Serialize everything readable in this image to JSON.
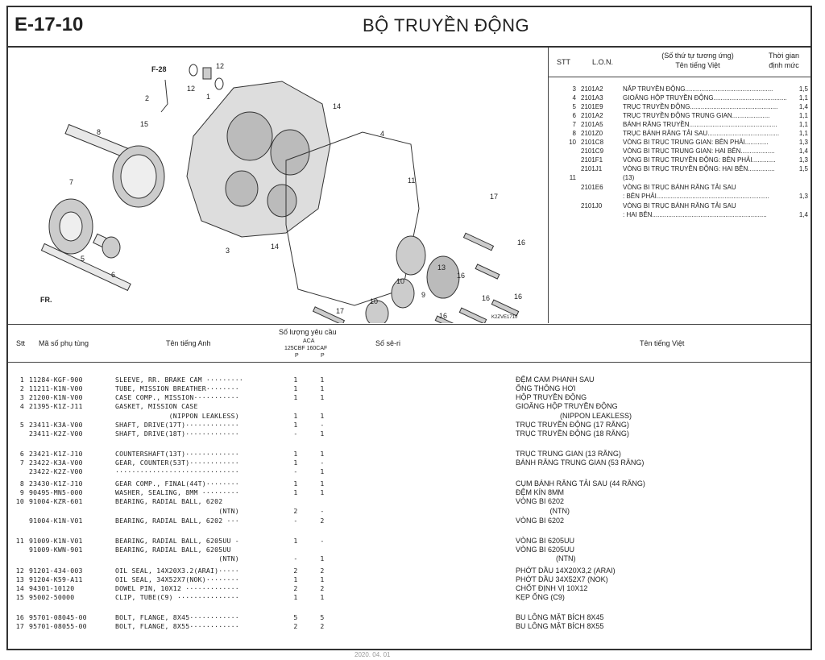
{
  "header": {
    "code": "E-17-10",
    "title": "BỘ TRUYỀN ĐỘNG"
  },
  "diagram": {
    "callouts": [
      "F-28",
      "12",
      "12",
      "1",
      "2",
      "15",
      "14",
      "8",
      "7",
      "6",
      "5",
      "3",
      "14",
      "4",
      "11",
      "17",
      "16",
      "13",
      "16",
      "16",
      "10",
      "9",
      "16",
      "17",
      "10",
      "16",
      "FR.",
      "K2ZVE1710"
    ]
  },
  "reference_list": {
    "headers": {
      "stt": "STT",
      "lon": "L.O.N.",
      "name_line1": "(Số thứ tự tương ứng)",
      "name_line2": "Tên tiếng Việt",
      "time_line1": "Thời gian",
      "time_line2": "định mức"
    },
    "rows": [
      {
        "stt": "3",
        "lon": "2101A2",
        "name": "NẮP TRUYỀN ĐỘNG.................................................",
        "time": "1,5"
      },
      {
        "stt": "4",
        "lon": "2101A3",
        "name": "GIOĂNG HỘP TRUYỀN ĐỘNG.........................................",
        "time": "1,1"
      },
      {
        "stt": "5",
        "lon": "2101E9",
        "name": "TRỤC TRUYỀN ĐỘNG.................................................",
        "time": "1,4"
      },
      {
        "stt": "6",
        "lon": "2101A2",
        "name": "TRỤC TRUYỀN ĐỘNG TRUNG GIAN.....................",
        "time": "1,1"
      },
      {
        "stt": "7",
        "lon": "2101A5",
        "name": "BÁNH RĂNG TRUYỀN.................................................",
        "time": "1,1"
      },
      {
        "stt": "8",
        "lon": "2101Z0",
        "name": "TRỤC BÁNH RĂNG TẢI SAU........................................",
        "time": "1,1"
      },
      {
        "stt": "10",
        "lon": "2101C8",
        "name": "VÒNG BI TRỤC TRUNG GIAN: BÊN PHẢI.............",
        "time": "1,3"
      },
      {
        "stt": "",
        "lon": "2101C9",
        "name": "VÒNG BI TRỤC TRUNG GIAN: HAI BÊN...................",
        "time": "1,4"
      },
      {
        "stt": "",
        "lon": "2101F1",
        "name": "VÒNG BI TRỤC TRUYỀN ĐỘNG: BÊN PHẢI.............",
        "time": "1,3"
      },
      {
        "stt": "",
        "lon": "2101J1",
        "name": "VÒNG BI TRỤC TRUYỀN ĐỘNG: HAI BÊN...............",
        "time": "1,5"
      },
      {
        "stt": "11",
        "lon": "",
        "name": "(13)",
        "time": ""
      },
      {
        "stt": "",
        "lon": "2101E6",
        "name": "VÒNG BI TRỤC BÁNH RĂNG TẢI SAU",
        "time": ""
      },
      {
        "stt": "",
        "lon": "",
        "name": ": BÊN PHẢI...............................................................",
        "time": "1,3"
      },
      {
        "stt": "",
        "lon": "2101J0",
        "name": "VÒNG BI TRỤC BÁNH RĂNG TẢI SAU",
        "time": ""
      },
      {
        "stt": "",
        "lon": "",
        "name": ": HAI BÊN................................................................",
        "time": "1,4"
      }
    ]
  },
  "parts_table": {
    "headers": {
      "stt": "Stt",
      "code": "Mã số phụ tùng",
      "en": "Tên tiếng Anh",
      "qty": "Số lượng yêu cầu",
      "aca": "ACA",
      "models": "125CBF 160CAF",
      "p1": "P",
      "p2": "P",
      "serial": "Số sê-ri",
      "vi": "Tên tiếng Việt"
    },
    "rows": [
      {
        "stt": "1",
        "code": "11284-KGF-900",
        "en": "SLEEVE, RR. BRAKE CAM ·········",
        "q1": "1",
        "q2": "1",
        "vi": "ĐỆM CAM PHANH SAU"
      },
      {
        "stt": "2",
        "code": "11211-K1N-V00",
        "en": "TUBE, MISSION BREATHER········",
        "q1": "1",
        "q2": "1",
        "vi": "ỐNG THÔNG HƠI"
      },
      {
        "stt": "3",
        "code": "21200-K1N-V00",
        "en": "CASE COMP., MISSION···········",
        "q1": "1",
        "q2": "1",
        "vi": "HỘP TRUYỀN ĐỘNG"
      },
      {
        "stt": "4",
        "code": "21395-K1Z-J11",
        "en": "GASKET, MISSION CASE",
        "q1": "",
        "q2": "",
        "vi": "GIOĂNG HỘP TRUYỀN ĐỘNG"
      },
      {
        "stt": "",
        "code": "",
        "en": "             (NIPPON LEAKLESS)",
        "q1": "1",
        "q2": "1",
        "vi": "                      (NIPPON LEAKLESS)"
      },
      {
        "stt": "5",
        "code": "23411-K3A-V00",
        "en": "SHAFT, DRIVE(17T)·············",
        "q1": "1",
        "q2": "-",
        "vi": "TRỤC TRUYỀN ĐỘNG (17 RĂNG)"
      },
      {
        "stt": "",
        "code": "23411-K2Z-V00",
        "en": "SHAFT, DRIVE(18T)·············",
        "q1": "-",
        "q2": "1",
        "vi": "TRỤC TRUYỀN ĐỘNG (18 RĂNG)"
      },
      {
        "stt": "6",
        "code": "23421-K1Z-J10",
        "en": "COUNTERSHAFT(13T)·············",
        "q1": "1",
        "q2": "1",
        "vi": "TRỤC TRUNG GIAN (13 RĂNG)"
      },
      {
        "stt": "7",
        "code": "23422-K3A-V00",
        "en": "GEAR, COUNTER(53T)············",
        "q1": "1",
        "q2": "-",
        "vi": "BÁNH RĂNG TRUNG GIAN (53 RĂNG)"
      },
      {
        "stt": "",
        "code": "23422-K2Z-V00",
        "en": "······························",
        "q1": "-",
        "q2": "1",
        "vi": ""
      },
      {
        "stt": "8",
        "code": "23430-K1Z-J10",
        "en": "GEAR COMP., FINAL(44T)········",
        "q1": "1",
        "q2": "1",
        "vi": "CỤM BÁNH RĂNG TẢI SAU (44 RĂNG)"
      },
      {
        "stt": "9",
        "code": "90495-MN5-000",
        "en": "WASHER, SEALING, 8MM ·········",
        "q1": "1",
        "q2": "1",
        "vi": "ĐỆM KÍN 8MM"
      },
      {
        "stt": "10",
        "code": "91004-KZR-601",
        "en": "BEARING, RADIAL BALL, 6202",
        "q1": "",
        "q2": "",
        "vi": "VÒNG BI 6202"
      },
      {
        "stt": "",
        "code": "",
        "en": "                         (NTN)",
        "q1": "2",
        "q2": "-",
        "vi": "                 (NTN)"
      },
      {
        "stt": "",
        "code": "91004-K1N-V01",
        "en": "BEARING, RADIAL BALL, 6202 ···",
        "q1": "-",
        "q2": "2",
        "vi": "VÒNG BI 6202"
      },
      {
        "stt": "11",
        "code": "91009-K1N-V01",
        "en": "BEARING, RADIAL BALL, 6205UU -",
        "q1": "1",
        "q2": "-",
        "vi": "VÒNG BI 6205UU"
      },
      {
        "stt": "",
        "code": "91009-KWN-901",
        "en": "BEARING, RADIAL BALL, 6205UU",
        "q1": "",
        "q2": "",
        "vi": "VÒNG BI 6205UU"
      },
      {
        "stt": "",
        "code": "",
        "en": "                         (NTN)",
        "q1": "-",
        "q2": "1",
        "vi": "                    (NTN)"
      },
      {
        "stt": "12",
        "code": "91201-434-003",
        "en": "OIL SEAL, 14X20X3.2(ARAI)·····",
        "q1": "2",
        "q2": "2",
        "vi": "PHỚT DẦU 14X20X3,2 (ARAI)"
      },
      {
        "stt": "13",
        "code": "91204-K59-A11",
        "en": "OIL SEAL, 34X52X7(NOK)········",
        "q1": "1",
        "q2": "1",
        "vi": "PHỚT DẦU 34X52X7 (NOK)"
      },
      {
        "stt": "14",
        "code": "94301-10120",
        "en": "DOWEL PIN, 10X12 ·············",
        "q1": "2",
        "q2": "2",
        "vi": "CHỐT ĐỊNH VỊ 10X12"
      },
      {
        "stt": "15",
        "code": "95002-50000",
        "en": "CLIP, TUBE(C9) ···············",
        "q1": "1",
        "q2": "1",
        "vi": "KẸP ỐNG (C9)"
      },
      {
        "stt": "16",
        "code": "95701-08045-00",
        "en": "BOLT, FLANGE, 8X45············",
        "q1": "5",
        "q2": "5",
        "vi": "BU LÔNG MẶT BÍCH 8X45"
      },
      {
        "stt": "17",
        "code": "95701-08055-00",
        "en": "BOLT, FLANGE, 8X55············",
        "q1": "2",
        "q2": "2",
        "vi": "BU LÔNG MẶT BÍCH 8X55"
      }
    ]
  },
  "footer": {
    "text": "2020. 04. 01"
  }
}
